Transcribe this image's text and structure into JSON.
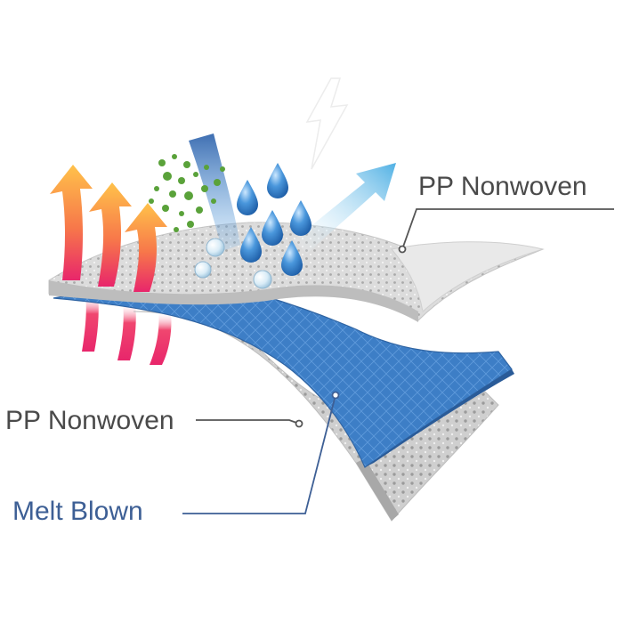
{
  "labels": {
    "top_layer": "PP Nonwoven",
    "middle_layer": "PP Nonwoven",
    "bottom_layer": "Melt Blown"
  },
  "icons": [
    "heat-arrow-icon",
    "water-droplet-icon",
    "bacteria-particles-icon",
    "vapor-arrow-icon",
    "lightning-icon",
    "air-bubble-icon"
  ],
  "colors": {
    "label_text": "#4a4a4a",
    "melt_blown_text": "#3d5f95",
    "melt_blown_layer": "#3f7fc7",
    "nonwoven_layer": "#d6d6d6",
    "heat_gradient_top": "#ffc24a",
    "heat_gradient_bottom": "#e8266b",
    "water_drop": "#3a86d0",
    "bacteria": "#5aa23a",
    "vapor_arrow": "#6cc0e8"
  }
}
